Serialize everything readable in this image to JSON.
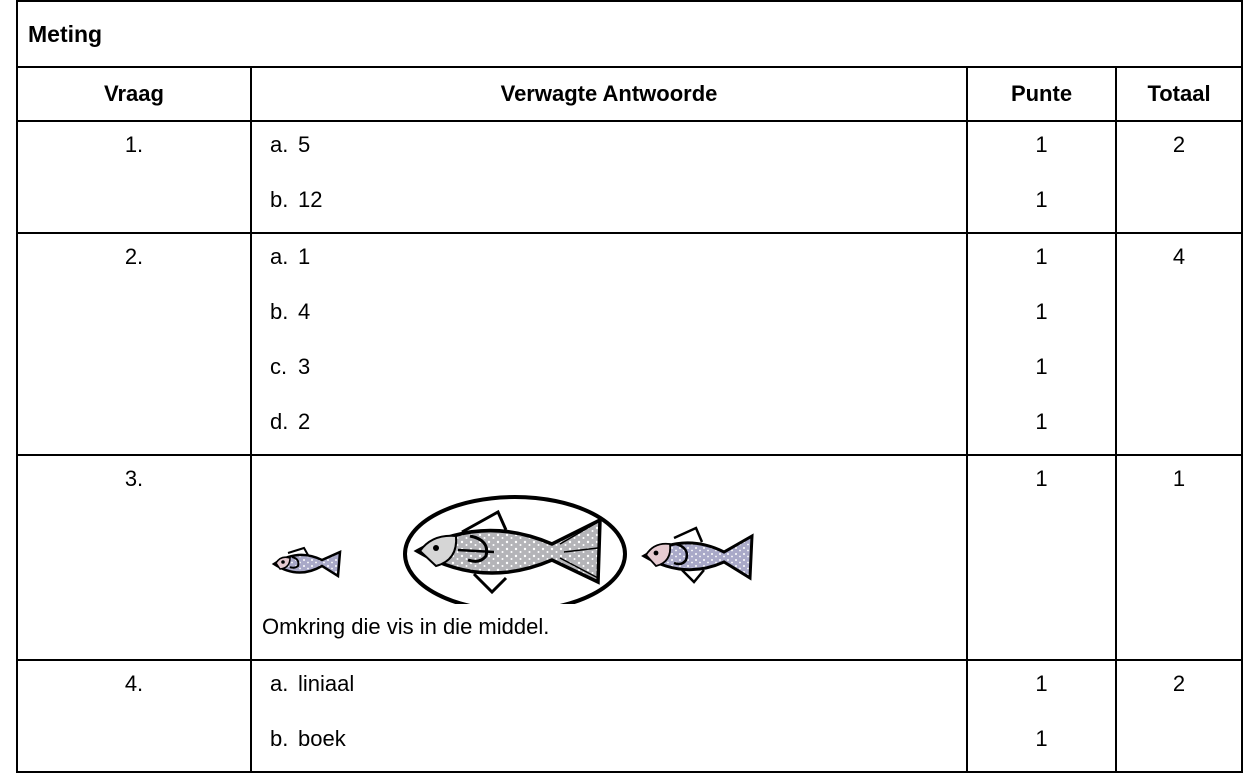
{
  "title": "Meting",
  "headers": {
    "question": "Vraag",
    "answer": "Verwagte Antwoorde",
    "marks": "Punte",
    "total": "Totaal"
  },
  "questions": [
    {
      "number": "1.",
      "answers": [
        {
          "letter": "a.",
          "text": "5",
          "mark": "1"
        },
        {
          "letter": "b.",
          "text": "12",
          "mark": "1"
        }
      ],
      "total": "2"
    },
    {
      "number": "2.",
      "answers": [
        {
          "letter": "a.",
          "text": "1",
          "mark": "1"
        },
        {
          "letter": "b.",
          "text": "4",
          "mark": "1"
        },
        {
          "letter": "c.",
          "text": "3",
          "mark": "1"
        },
        {
          "letter": "d.",
          "text": "2",
          "mark": "1"
        }
      ],
      "total": "4"
    },
    {
      "number": "3.",
      "illustration": "three-fish-middle-circled",
      "instruction": "Omkring die vis in die middel.",
      "mark": "1",
      "total": "1"
    },
    {
      "number": "4.",
      "answers": [
        {
          "letter": "a.",
          "text": "liniaal",
          "mark": "1"
        },
        {
          "letter": "b.",
          "text": "boek",
          "mark": "1"
        }
      ],
      "total": "2"
    }
  ]
}
